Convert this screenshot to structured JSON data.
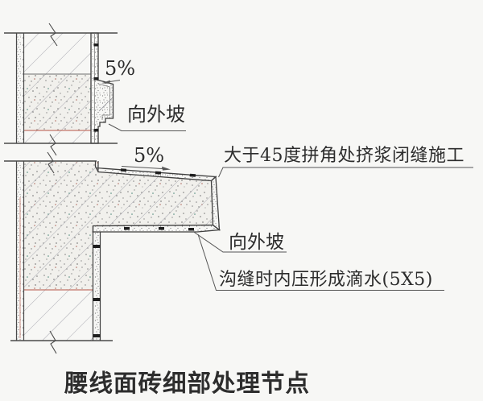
{
  "drawing": {
    "title": "腰线面砖细部处理节点",
    "labels": {
      "upper_slope_percent": "5%",
      "upper_outward_slope": "向外坡",
      "ledge_slope_percent": "5%",
      "miter_note": "大于45度拼角处挤浆闭缝施工",
      "lower_outward_slope": "向外坡",
      "drip_note": "沟缝时内压形成滴水(5X5)"
    },
    "colors": {
      "background": "#f7f7f5",
      "outline": "#4a4a4a",
      "tile_outline": "#3f3f3f",
      "hatch": "#a8a8b0",
      "concrete_fill": "#f1f0ec",
      "accent_red": "#c4766a",
      "joint_black": "#1e1e1e",
      "text": "#2d2d2d"
    }
  }
}
